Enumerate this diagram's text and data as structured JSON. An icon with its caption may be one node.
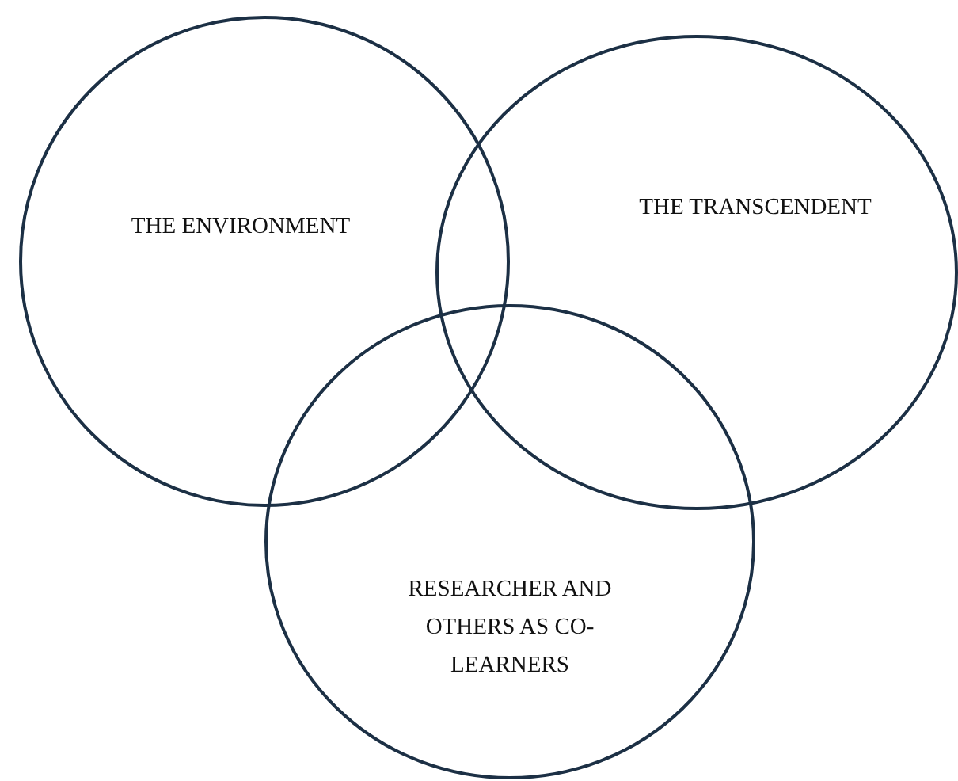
{
  "diagram": {
    "nodes": [
      {
        "text": [
          "THE ENVIRONMENT"
        ]
      },
      {
        "text": [
          "THE TRANSCENDENT"
        ]
      },
      {
        "text": [
          "RESEARCHER AND OTHERS AS CO-LEARNERS"
        ]
      }
    ]
  }
}
